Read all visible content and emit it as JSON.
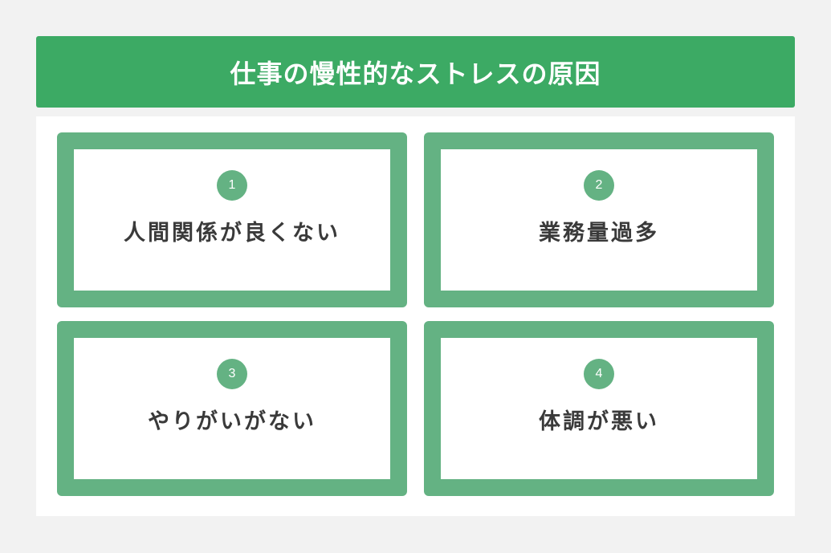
{
  "title": "仕事の慢性的なストレスの原因",
  "colors": {
    "header": "#3caa64",
    "card_border": "#64b283",
    "badge": "#64b283",
    "text": "#3a3a3a",
    "background": "#f2f2f2"
  },
  "causes": [
    {
      "number": "1",
      "label": "人間関係が良くない"
    },
    {
      "number": "2",
      "label": "業務量過多"
    },
    {
      "number": "3",
      "label": "やりがいがない"
    },
    {
      "number": "4",
      "label": "体調が悪い"
    }
  ]
}
